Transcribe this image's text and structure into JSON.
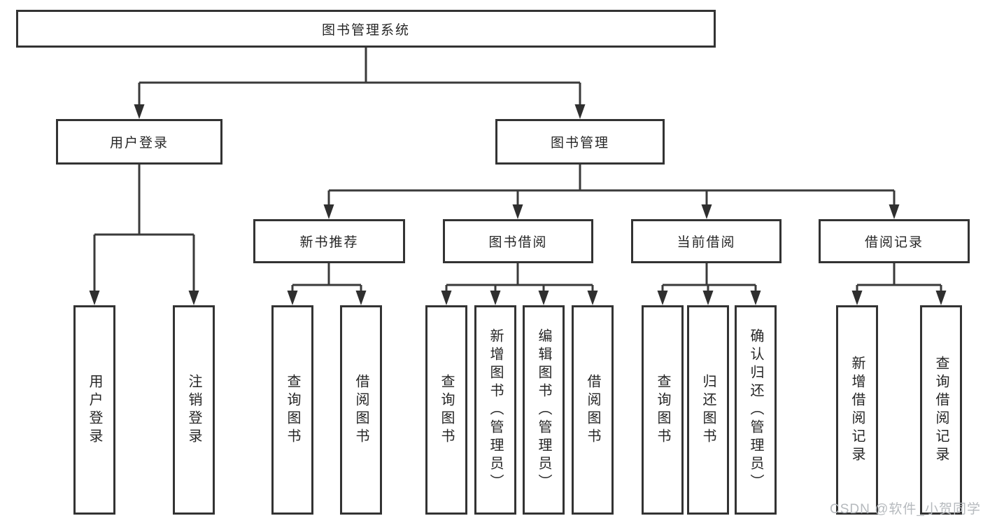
{
  "nodes": {
    "root": "图书管理系统",
    "level2": [
      "用户登录",
      "图书管理"
    ],
    "level3": [
      "新书推荐",
      "图书借阅",
      "当前借阅",
      "借阅记录"
    ],
    "login_children": [
      "用户登录",
      "注销登录"
    ],
    "newbook_children": [
      "查询图书",
      "借阅图书"
    ],
    "borrow_children": [
      "查询图书",
      "新增图书（管理员）",
      "编辑图书（管理员）",
      "借阅图书"
    ],
    "current_children": [
      "查询图书",
      "归还图书",
      "确认归还（管理员）"
    ],
    "record_children": [
      "新增借阅记录",
      "查询借阅记录"
    ]
  },
  "watermark": "CSDN @软件_小贺同学",
  "colors": {
    "line": "#3a3a3a",
    "border": "#333333",
    "text": "#262626",
    "watermark": "#b6babe",
    "background": "#ffffff"
  }
}
